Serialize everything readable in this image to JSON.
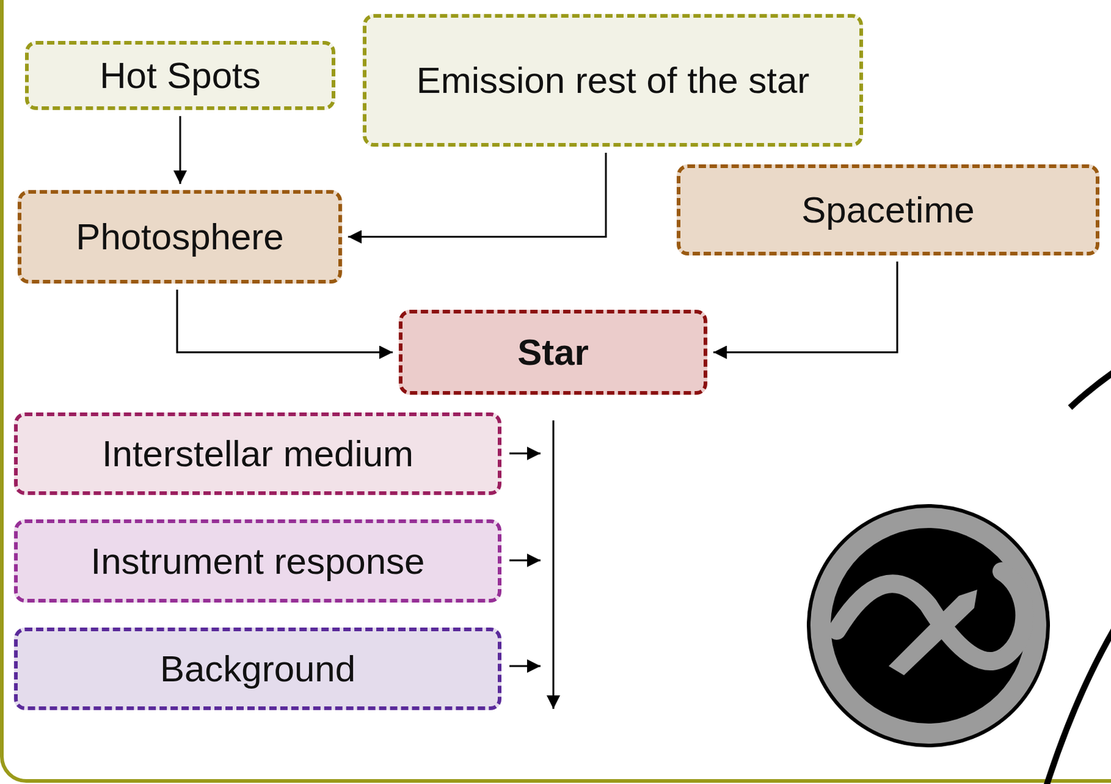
{
  "diagram": {
    "nodes": [
      {
        "text": [
          "Hot Spots"
        ]
      },
      {
        "text": [
          "Emission rest of the star"
        ]
      },
      {
        "text": [
          "Photosphere"
        ]
      },
      {
        "text": [
          "Spacetime"
        ]
      },
      {
        "text": [
          "Star"
        ]
      },
      {
        "text": [
          "Interstellar medium"
        ]
      },
      {
        "text": [
          "Instrument response"
        ]
      },
      {
        "text": [
          "Background"
        ]
      }
    ],
    "edges": [
      {
        "from": 0,
        "to": 2,
        "arrow": "to"
      },
      {
        "from": 1,
        "to": 2,
        "arrow": "to"
      },
      {
        "from": 2,
        "to": 4,
        "arrow": "to"
      },
      {
        "from": 3,
        "to": 4,
        "arrow": "to"
      }
    ]
  }
}
